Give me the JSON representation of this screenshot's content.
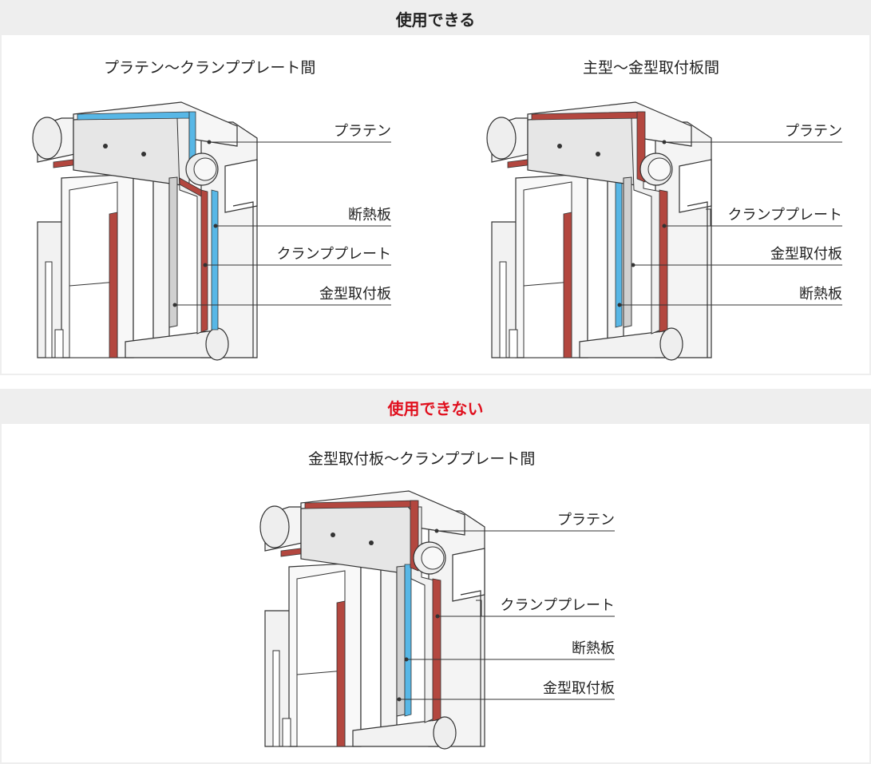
{
  "colors": {
    "panel_header_bg": "#eeeeee",
    "heat_insulator": "#58b7e6",
    "highlight_plate": "#b3473f",
    "warning_text": "#e0101e",
    "line": "#333333"
  },
  "usable": {
    "header": "使用できる",
    "left": {
      "caption": "プラテン～クランププレート間",
      "labels": [
        "プラテン",
        "断熱板",
        "クランププレート",
        "金型取付板"
      ]
    },
    "right": {
      "caption": "主型～金型取付板間",
      "labels": [
        "プラテン",
        "クランププレート",
        "金型取付板",
        "断熱板"
      ]
    }
  },
  "unusable": {
    "header": "使用できない",
    "center": {
      "caption": "金型取付板～クランププレート間",
      "labels": [
        "プラテン",
        "クランププレート",
        "断熱板",
        "金型取付板"
      ]
    }
  },
  "icons": [
    "press-platen-illustration"
  ]
}
